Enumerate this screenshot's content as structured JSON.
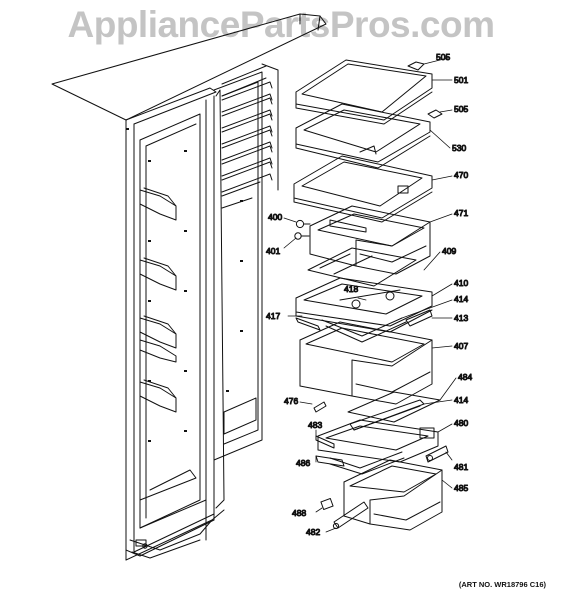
{
  "watermark": {
    "text": "AppliancePartsPros.com"
  },
  "art_note": "(ART NO. WR18796 C16)",
  "parts": [
    {
      "id": "505a",
      "label": "505"
    },
    {
      "id": "501",
      "label": "501"
    },
    {
      "id": "505b",
      "label": "505"
    },
    {
      "id": "530",
      "label": "530"
    },
    {
      "id": "470",
      "label": "470"
    },
    {
      "id": "400",
      "label": "400"
    },
    {
      "id": "471",
      "label": "471"
    },
    {
      "id": "401",
      "label": "401"
    },
    {
      "id": "409",
      "label": "409"
    },
    {
      "id": "410",
      "label": "410"
    },
    {
      "id": "418",
      "label": "418"
    },
    {
      "id": "414a",
      "label": "414"
    },
    {
      "id": "417",
      "label": "417"
    },
    {
      "id": "413",
      "label": "413"
    },
    {
      "id": "407",
      "label": "407"
    },
    {
      "id": "484",
      "label": "484"
    },
    {
      "id": "476",
      "label": "476"
    },
    {
      "id": "414b",
      "label": "414"
    },
    {
      "id": "483",
      "label": "483"
    },
    {
      "id": "480",
      "label": "480"
    },
    {
      "id": "486",
      "label": "486"
    },
    {
      "id": "481",
      "label": "481"
    },
    {
      "id": "485",
      "label": "485"
    },
    {
      "id": "488",
      "label": "488"
    },
    {
      "id": "482",
      "label": "482"
    }
  ]
}
